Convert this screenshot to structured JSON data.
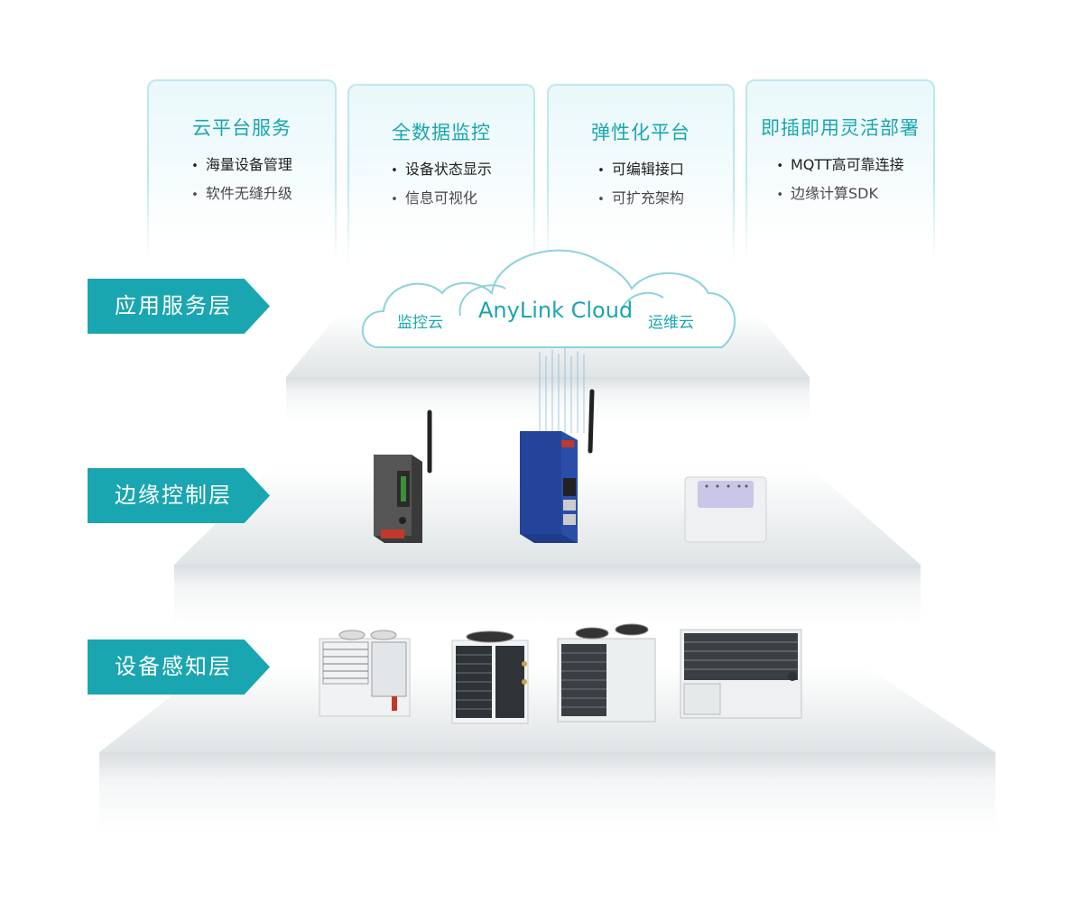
{
  "panels": [
    {
      "title": "云平台服务",
      "items": [
        "海量设备管理",
        "软件无缝升级"
      ]
    },
    {
      "title": "全数据监控",
      "items": [
        "设备状态显示",
        "信息可视化"
      ]
    },
    {
      "title": "弹性化平台",
      "items": [
        "可编辑接口",
        "可扩充架构"
      ]
    },
    {
      "title": "即插即用灵活部署",
      "items": [
        "MQTT高可靠连接",
        "边缘计算SDK"
      ]
    }
  ],
  "layers": {
    "application": "应用服务层",
    "edge": "边缘控制层",
    "device": "设备感知层"
  },
  "cloud": {
    "main": "AnyLink Cloud",
    "left": "监控云",
    "right": "运维云"
  },
  "colors": {
    "accent": "#1aa6b0",
    "panel_border": "#bfe7ec",
    "cloud_stroke": "#8dd3db"
  }
}
